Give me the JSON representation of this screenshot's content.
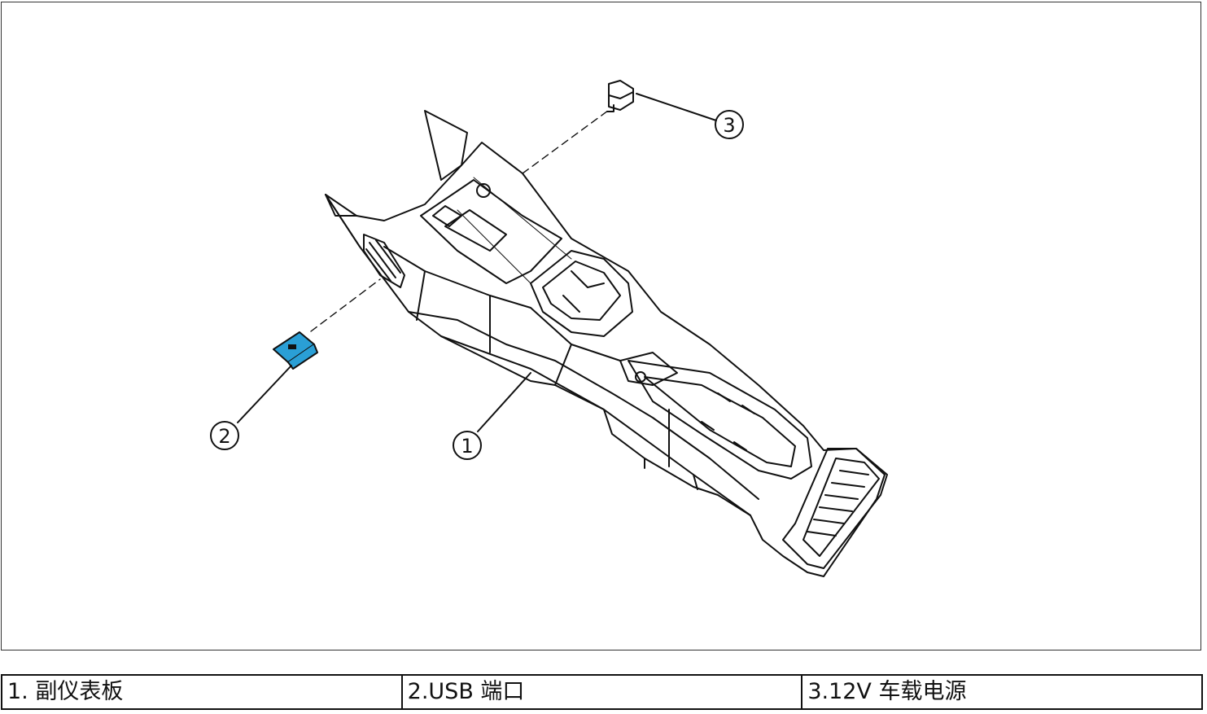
{
  "diagram": {
    "callouts": [
      {
        "number": "1"
      },
      {
        "number": "2"
      },
      {
        "number": "3"
      }
    ],
    "highlight_color": "#2a9fd6",
    "line_color": "#111111"
  },
  "legend": {
    "items": [
      {
        "label": "1. 副仪表板"
      },
      {
        "label": "2.USB 端口"
      },
      {
        "label": "3.12V 车载电源"
      }
    ]
  }
}
